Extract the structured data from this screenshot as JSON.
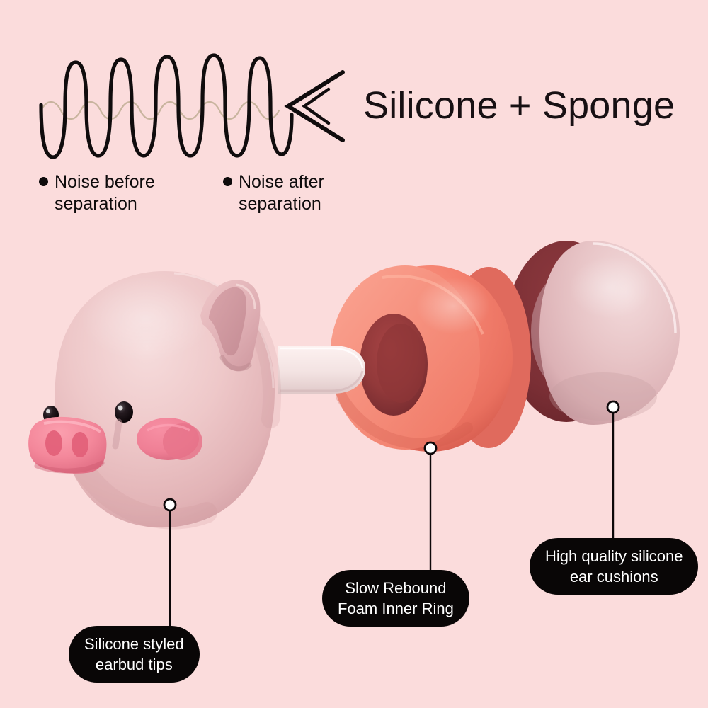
{
  "background_color": "#fbdcdc",
  "header": {
    "title": "Silicone + Sponge"
  },
  "noise_diagram": {
    "bullets": [
      {
        "line1": "Noise before",
        "line2": "separation",
        "dot_color": "#0e0b0c"
      },
      {
        "line1": "Noise after",
        "line2": "separation",
        "dot_color": "#0e0b0c"
      }
    ],
    "wave_before_color": "#100c0d",
    "wave_after_color": "#c8b49e",
    "arrow_color": "#100c0d"
  },
  "callouts": [
    {
      "id": "silicone-earbud-tips",
      "line1": "Silicone styled",
      "line2": "earbud tips"
    },
    {
      "id": "foam-inner-ring",
      "line1": "Slow Rebound",
      "line2": "Foam Inner Ring"
    },
    {
      "id": "silicone-ear-cushions",
      "line1": "High quality silicone",
      "line2": "ear cushions"
    }
  ],
  "parts": {
    "earbud_body": {
      "name": "pig-shaped earbud body",
      "shell_color": "#eec7c8",
      "shell_shadow": "#d9a7ab",
      "ear_color": "#e3b4b8",
      "ear_inner_color": "#cf9ba1",
      "snout_color": "#f4889b",
      "snout_dark": "#e4627c",
      "cheek_color": "#ef7f95",
      "eye_color": "#15080c",
      "nozzle_color": "#f4e6e6"
    },
    "foam_ring": {
      "name": "slow rebound foam inner ring",
      "outer_color": "#f4816f",
      "outer_shadow": "#e06a5d",
      "bore_color": "#9e3b3c",
      "bore_inner": "#7d2a2e"
    },
    "ear_cushion": {
      "name": "high quality silicone ear cushion",
      "outer_color": "#e8c4c6",
      "outer_shadow": "#d2a4a8",
      "ring_color": "#7d3035",
      "ring_mid": "#9d5a5f",
      "center_color": "#b07177"
    }
  }
}
